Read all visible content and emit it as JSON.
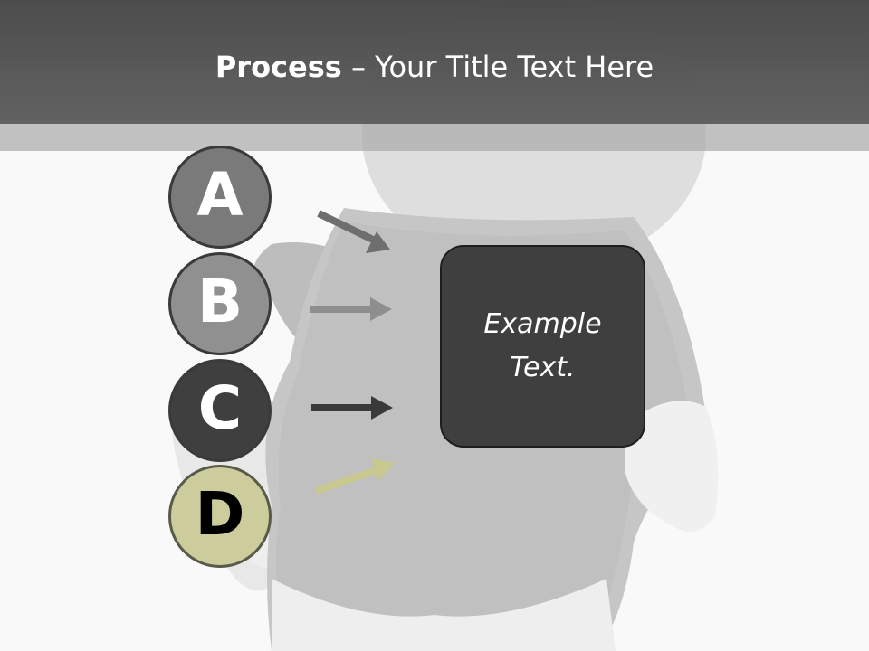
{
  "title": {
    "bold": "Process",
    "rest": " – Your Title Text Here"
  },
  "steps": [
    {
      "letter": "A",
      "color": "#7a7a7a",
      "arrow_color": "#6e6e6e"
    },
    {
      "letter": "B",
      "color": "#909090",
      "arrow_color": "#8e8e8e"
    },
    {
      "letter": "C",
      "color": "#3f3f3f",
      "arrow_color": "#3a3a3a"
    },
    {
      "letter": "D",
      "color": "#cccc9c",
      "arrow_color": "#c8c890"
    }
  ],
  "box": {
    "text": "Example Text.",
    "color": "#3f3f3f"
  },
  "icons": {
    "background": "stick-figure-person-icon",
    "arrow": "arrow-right-icon"
  }
}
